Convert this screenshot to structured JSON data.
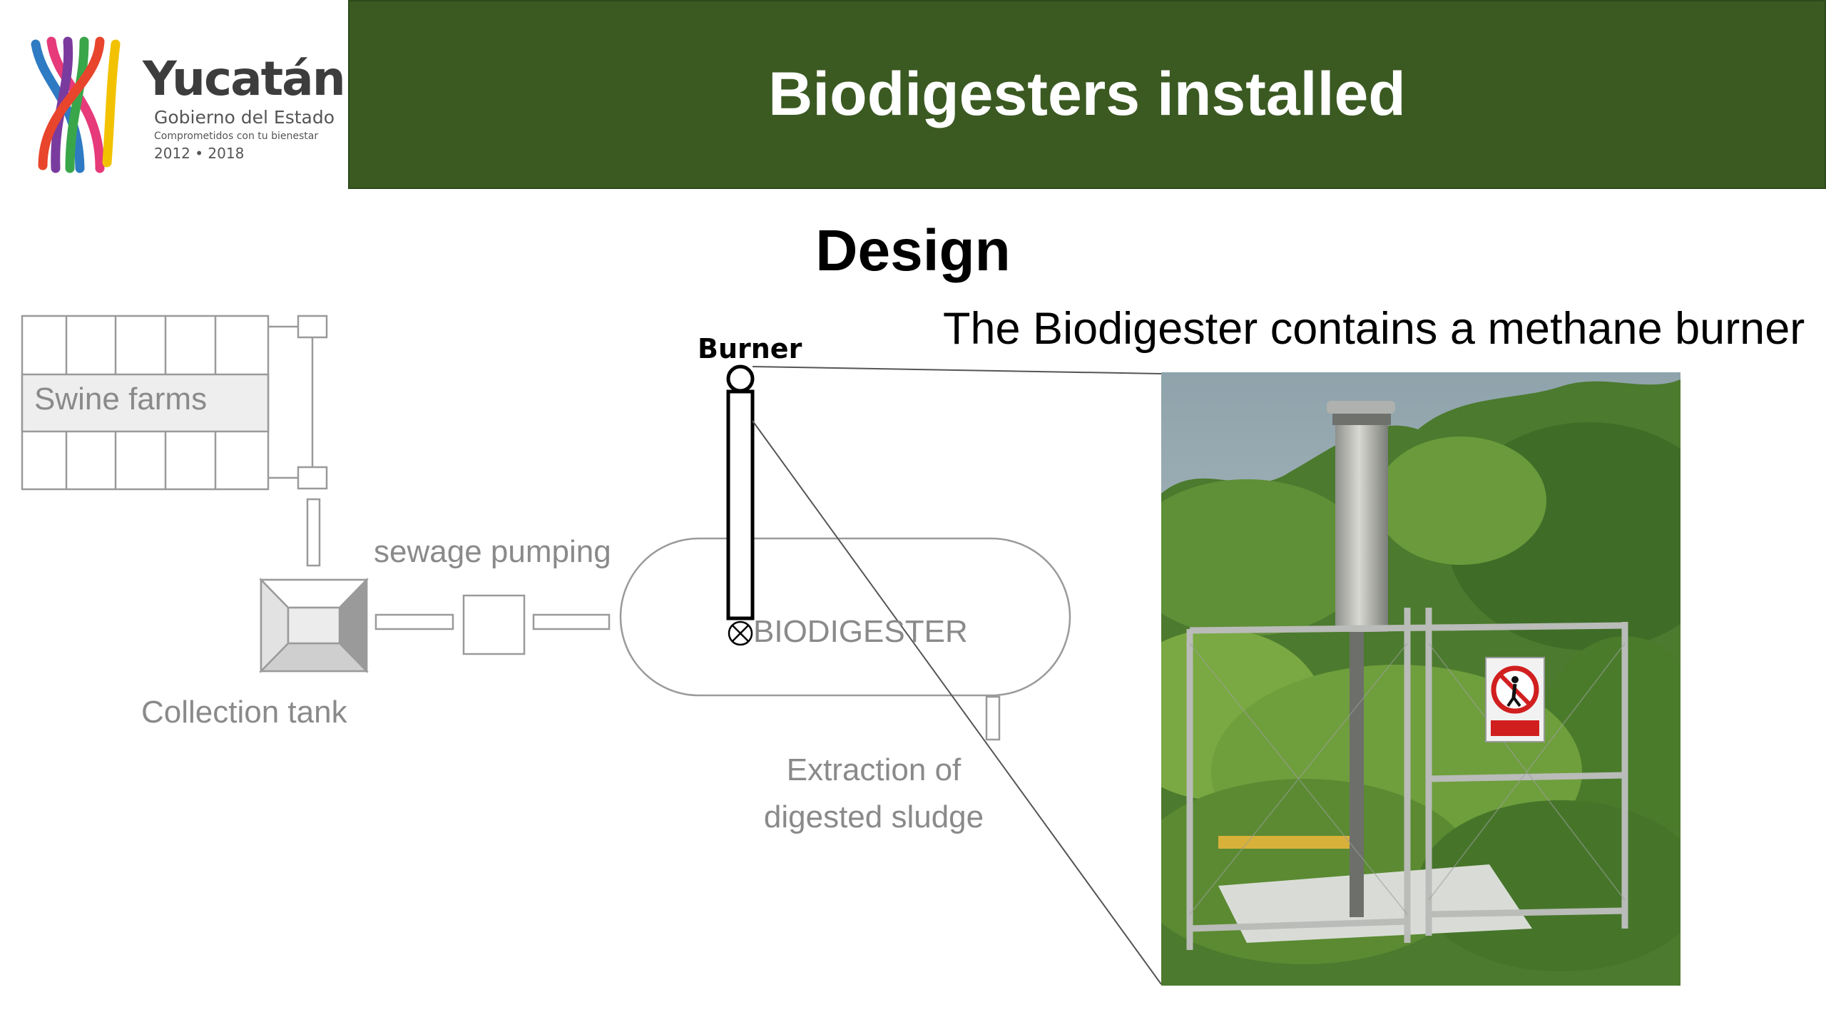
{
  "logo": {
    "name": "Yucatán",
    "subtitle": "Gobierno del Estado",
    "tagline": "Comprometidos con tu bienestar",
    "years": "2012 • 2018",
    "stripe_colors": [
      "#2e7bc4",
      "#e63a7a",
      "#f2c200",
      "#3aa64a",
      "#e8452c",
      "#7a3b9e"
    ]
  },
  "header": {
    "title": "Biodigesters installed",
    "background": "#3b5a22"
  },
  "section_title": "Design",
  "caption": "The Biodigester contains a methane burner",
  "diagram": {
    "swine_farms": "Swine farms",
    "sewage_pumping": "sewage pumping",
    "collection_tank": "Collection tank",
    "burner": "Burner",
    "biodigester": "BIODIGESTER",
    "extraction_line1": "Extraction of",
    "extraction_line2": "digested sludge"
  },
  "photo": {
    "sign_icon": "no-pedestrian-sign-icon"
  }
}
